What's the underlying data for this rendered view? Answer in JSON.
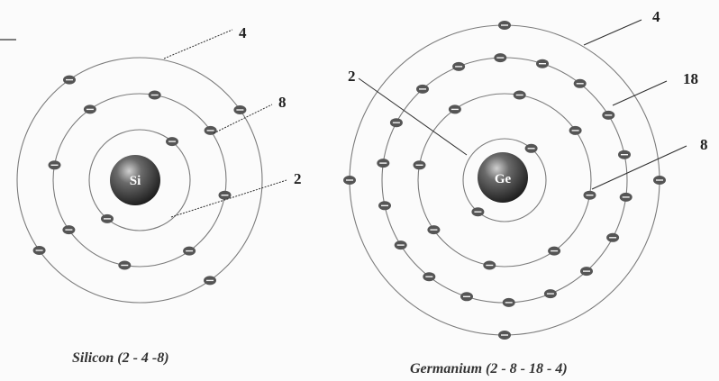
{
  "atoms": [
    {
      "name": "silicon",
      "symbol": "Si",
      "caption": "Silicon (2 - 4 -8)",
      "shells": [
        {
          "electrons": 2,
          "label": "2"
        },
        {
          "electrons": 8,
          "label": "8"
        },
        {
          "electrons": 4,
          "label": "4"
        }
      ]
    },
    {
      "name": "germanium",
      "symbol": "Ge",
      "caption": "Germanium (2 - 8 - 18 - 4)",
      "shells": [
        {
          "electrons": 2,
          "label": "2"
        },
        {
          "electrons": 8,
          "label": "8"
        },
        {
          "electrons": 18,
          "label": "18"
        },
        {
          "electrons": 4,
          "label": "4"
        }
      ]
    }
  ],
  "colors": {
    "shell_line": "#7b7b7b",
    "electron": "#555555",
    "nucleus": "#3a3a3a",
    "text": "#222222"
  },
  "icons": {
    "electron": "electron-icon",
    "nucleus": "nucleus-icon"
  }
}
